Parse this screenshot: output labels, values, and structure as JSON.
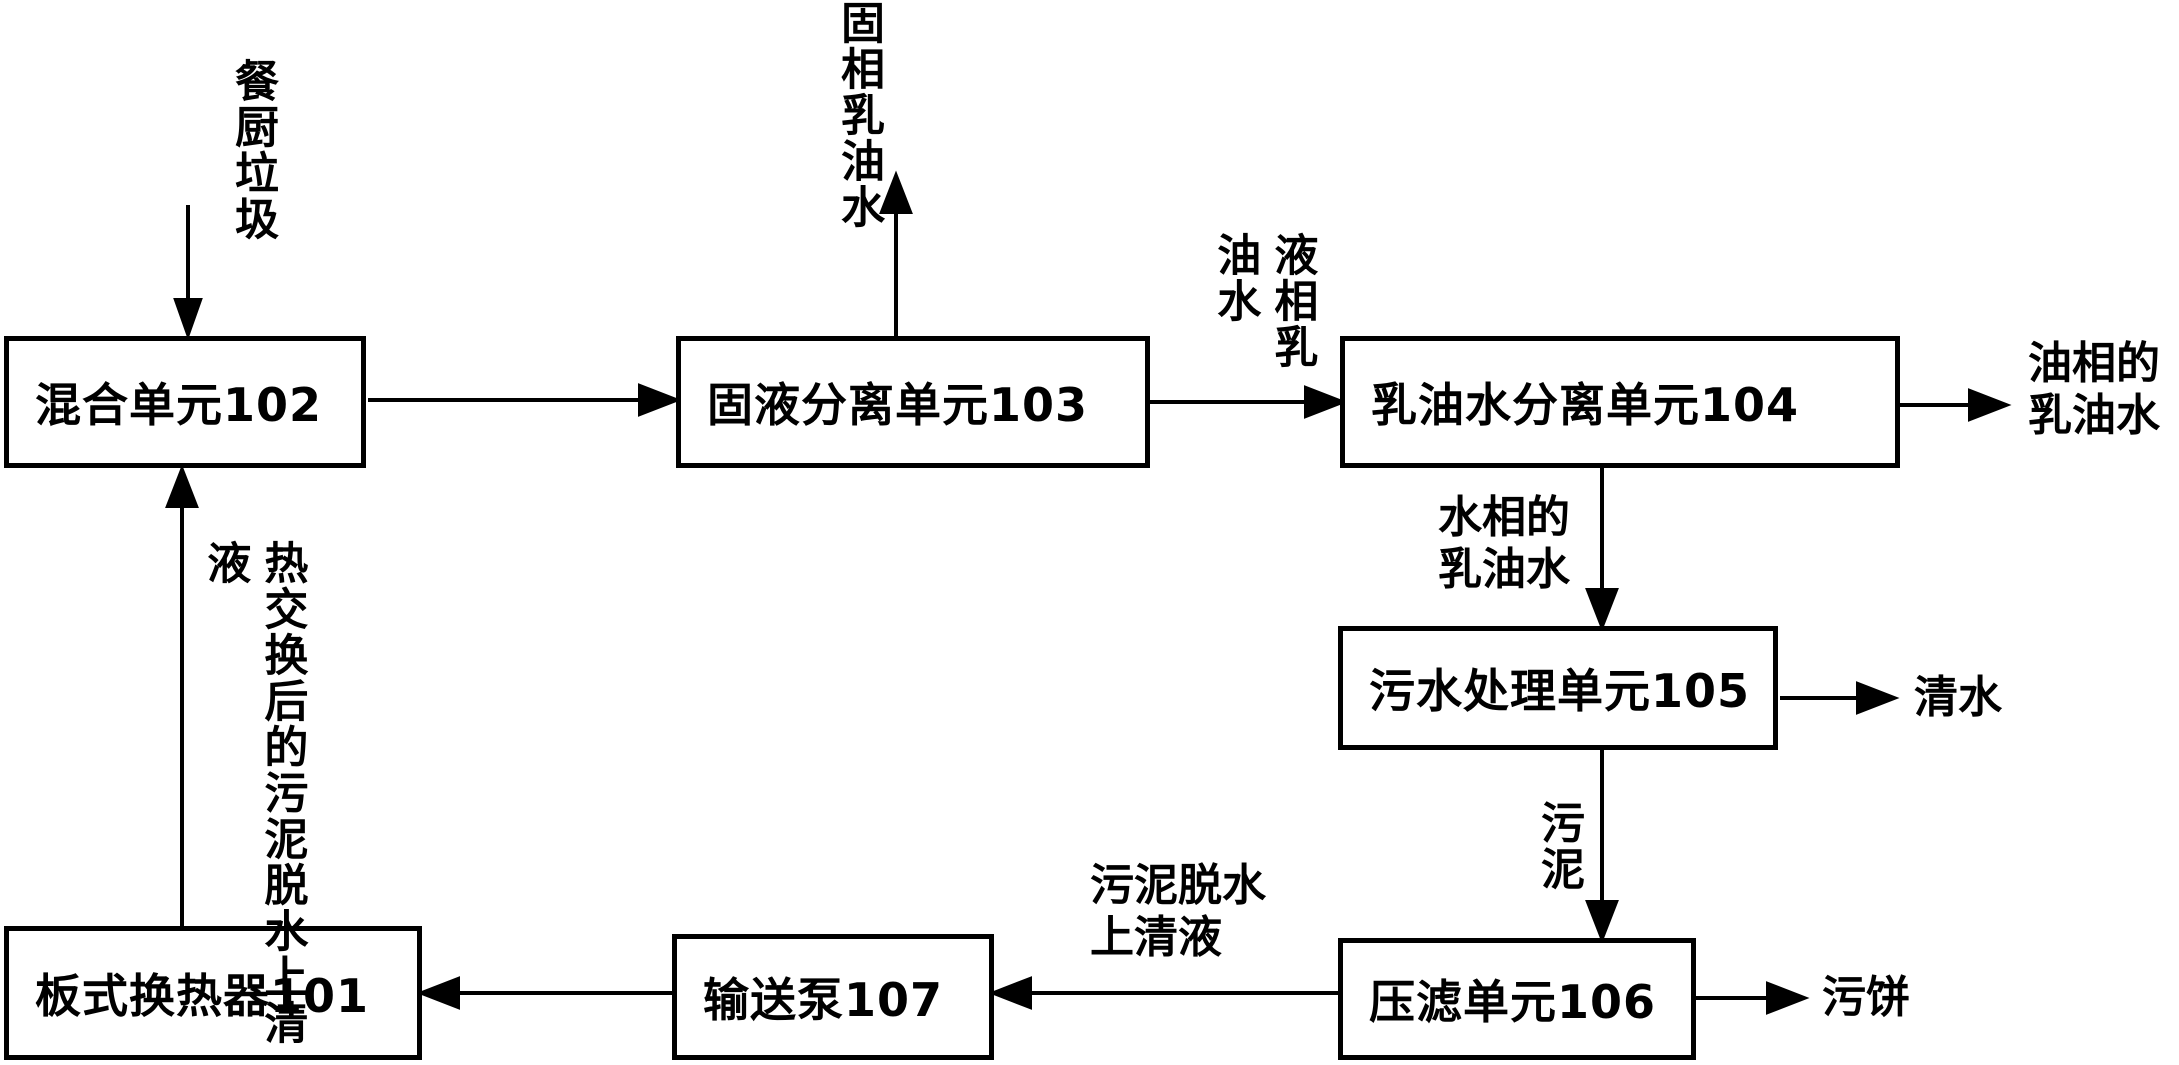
{
  "units": {
    "mixing": "混合单元102",
    "solid_liquid": "固液分离单元103",
    "emulsion_sep": "乳油水分离单元104",
    "sewage": "污水处理单元105",
    "filter_press": "压滤单元106",
    "pump": "输送泵107",
    "heat_exchanger": "板式换热器101"
  },
  "labels": {
    "kitchen_waste": "餐厨垃圾",
    "solid_phase_emulsion": "固相乳油水",
    "liquid_phase_emulsion": "液相乳油水",
    "oil_phase_line1": "油相的",
    "oil_phase_line2": "乳油水",
    "water_phase_line1": "水相的",
    "water_phase_line2": "乳油水",
    "clear_water": "清水",
    "sludge": "污泥",
    "sludge_cake": "污饼",
    "supernatant_line1": "污泥脱水",
    "supernatant_line2": "上清液",
    "return_line1": "热交换后的污",
    "return_line2": "泥脱水上清液"
  }
}
